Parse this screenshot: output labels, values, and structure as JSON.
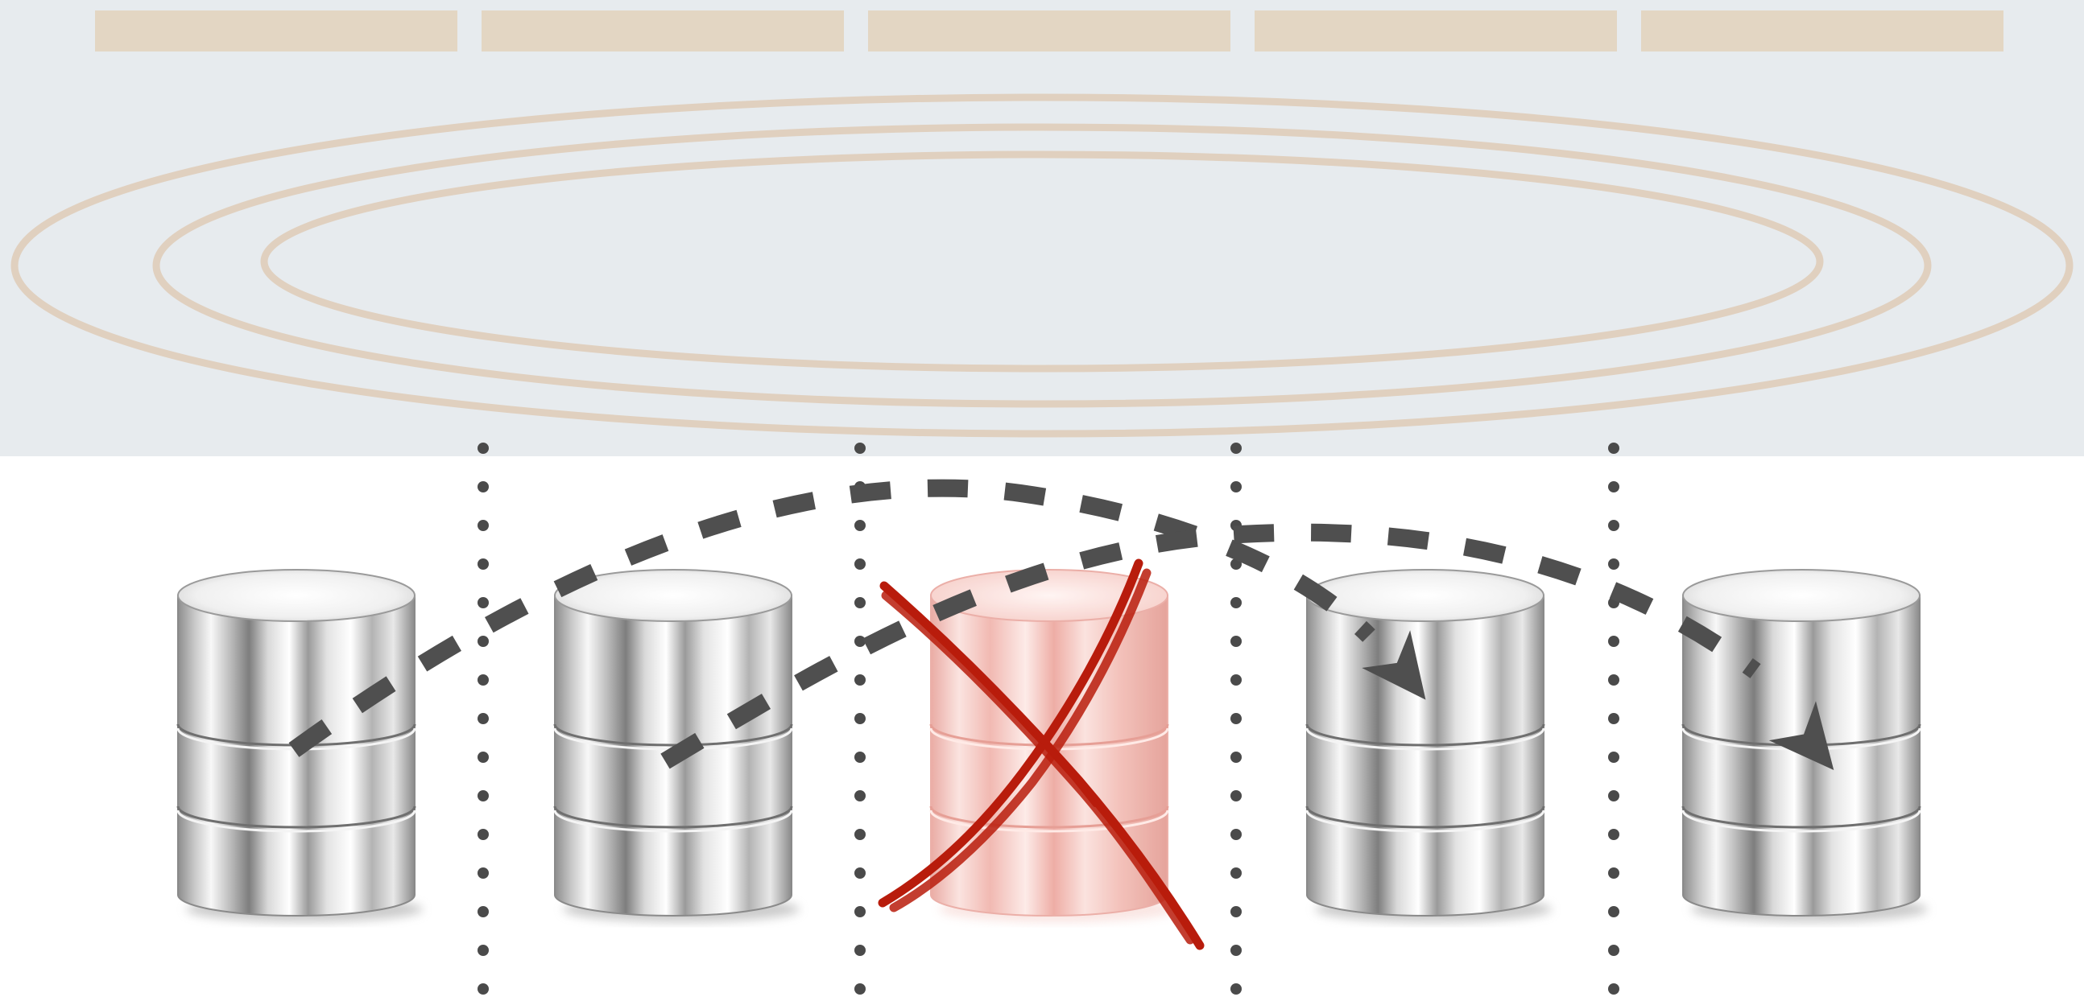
{
  "diagram": {
    "header_segment_count": 5,
    "ring_count": 3,
    "partition_divider_count": 4,
    "database_nodes": [
      {
        "status": "active"
      },
      {
        "status": "active"
      },
      {
        "status": "failed"
      },
      {
        "status": "active"
      },
      {
        "status": "active"
      }
    ],
    "replication_flows": [
      {
        "from_node": 1,
        "to_node": 4
      },
      {
        "from_node": 2,
        "to_node": 5
      }
    ]
  },
  "colors": {
    "upper_band": "#e7ebee",
    "header_segment": "#e3d6c3",
    "ring": "#e0d0bf",
    "divider_dots": "#4a4a4a",
    "flow_arrow": "#4f4f4f",
    "failure_mark": "#b81c0c",
    "failed_node_tint": "#f3b8b0"
  },
  "icons": {
    "database": "database-cylinder-icon",
    "failure": "red-x-cross-icon",
    "flow_head": "arrowhead-icon"
  }
}
